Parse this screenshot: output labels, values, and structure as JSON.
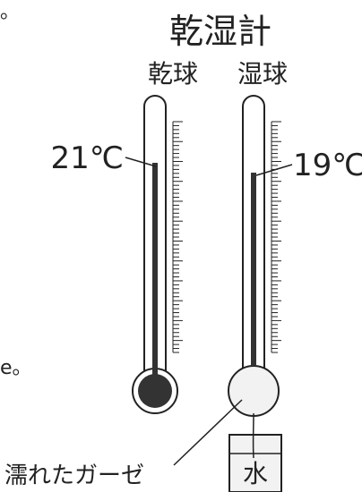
{
  "title": "乾湿計",
  "dry": {
    "label": "乾球",
    "reading": "21℃",
    "value": 21
  },
  "wet": {
    "label": "湿球",
    "reading": "19℃",
    "value": 19
  },
  "gauze_label": "濡れたガーゼ",
  "water_label": "水",
  "margin_fragments": {
    "top": "。",
    "bottom": "e。"
  },
  "colors": {
    "ink": "#222222",
    "mercury": "#333333",
    "fill_gauze": "#f2f2f2",
    "fill_water": "#f2f2f2"
  }
}
